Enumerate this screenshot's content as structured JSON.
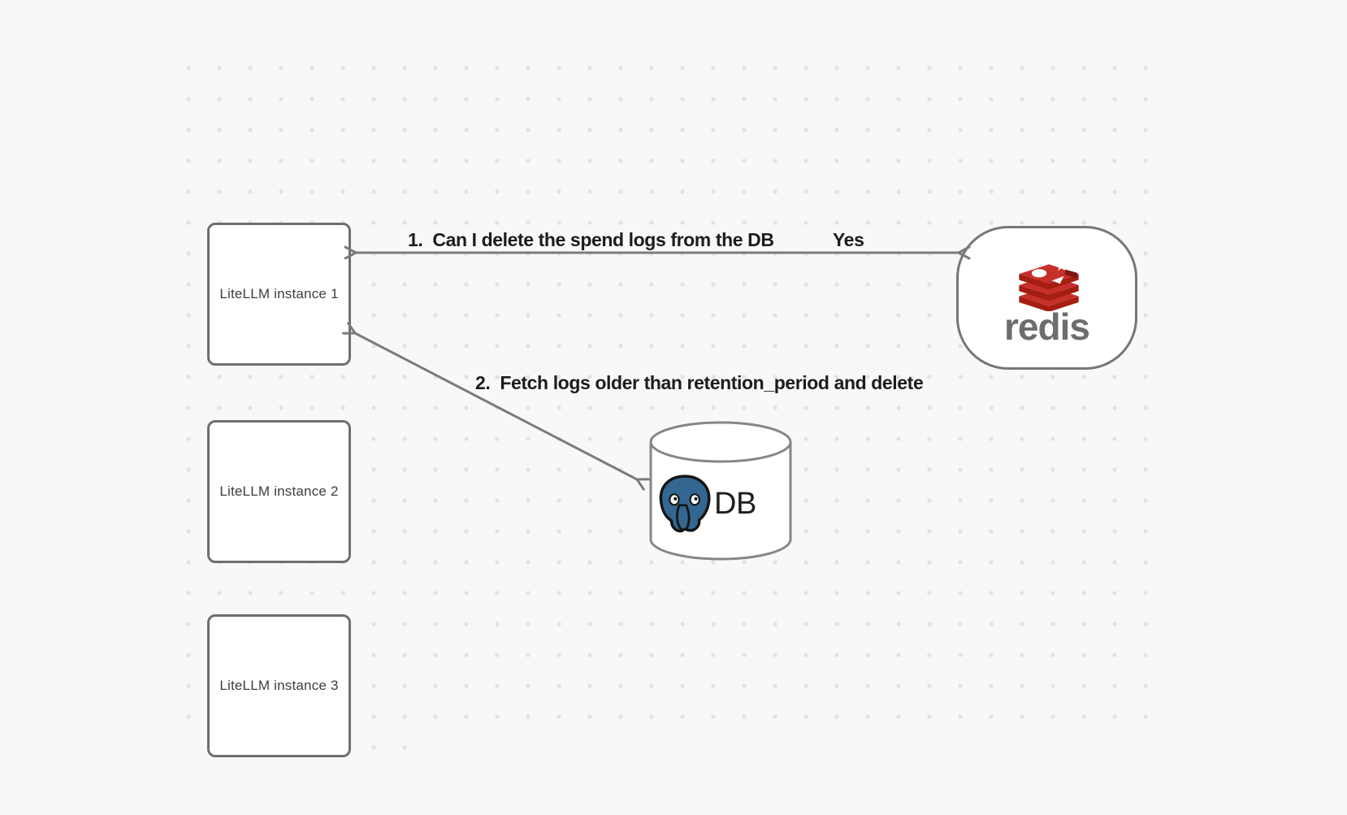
{
  "canvas": {
    "background_color": "#f8f8f8",
    "dot_color": "#e3e3e3"
  },
  "nodes": {
    "litellm_instances": [
      {
        "label": "LiteLLM instance 1"
      },
      {
        "label": "LiteLLM instance 2"
      },
      {
        "label": "LiteLLM instance 3"
      }
    ],
    "redis": {
      "label": "redis",
      "logo_icon": "redis-stack-icon",
      "logo_red": "#C6302B",
      "logo_dark_red": "#A41E11",
      "wordmark_color": "#6d6d6d"
    },
    "db": {
      "label": "DB",
      "logo_icon": "postgresql-elephant-icon",
      "logo_blue": "#336791"
    }
  },
  "edges": [
    {
      "from": "LiteLLM instance 1",
      "to": "redis",
      "direction": "both",
      "label": "1.  Can I delete the spend logs from the DB",
      "response": "Yes"
    },
    {
      "from": "LiteLLM instance 1",
      "to": "DB",
      "direction": "both",
      "label": "2.  Fetch logs older than retention_period and delete"
    }
  ],
  "style": {
    "node_border_color": "#6f6f6f",
    "arrow_color": "#7b7b7b",
    "label_color": "#1c1c1c"
  }
}
